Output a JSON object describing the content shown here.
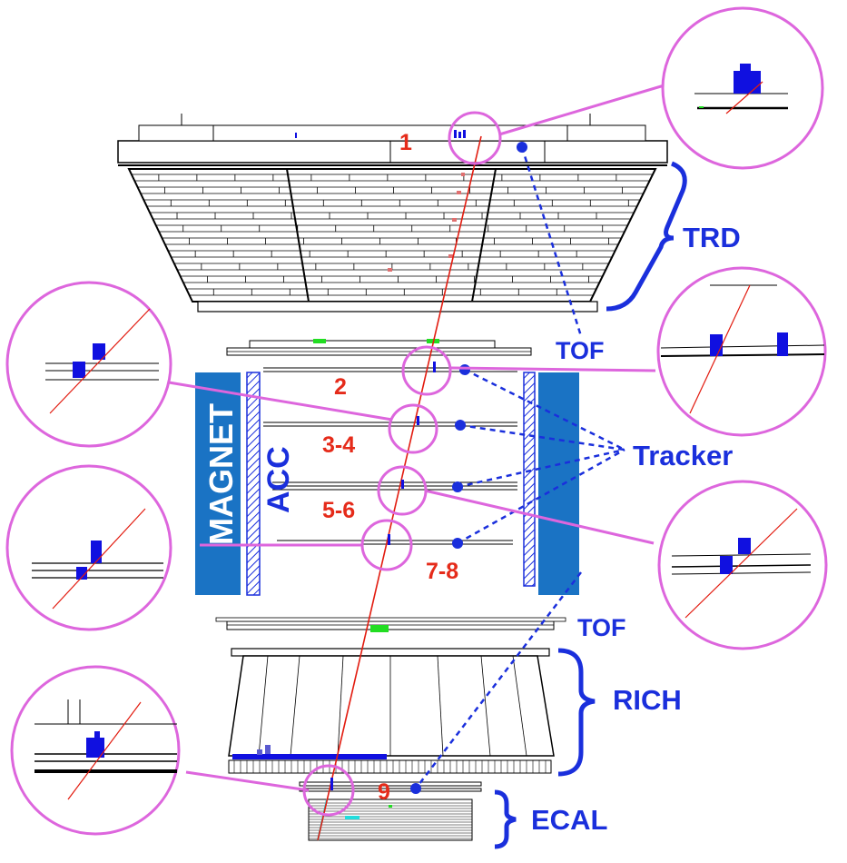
{
  "labels": {
    "trd": "TRD",
    "tof_upper": "TOF",
    "tracker": "Tracker",
    "magnet": "MAGNET",
    "acc": "ACC",
    "tof_lower": "TOF",
    "rich": "RICH",
    "ecal": "ECAL"
  },
  "layers": {
    "l1": "1",
    "l2": "2",
    "l3_4": "3-4",
    "l5_6": "5-6",
    "l7_8": "7-8",
    "l9": "9"
  },
  "colors": {
    "zoom_circle": "#dd66dd",
    "bracket_blue": "#1a2fdc",
    "layer_red": "#e52b1a",
    "track_red": "#e21b0f",
    "magnet_blue": "#1a73c4",
    "hit_blue": "#1010e0",
    "tof_green": "#22dd22",
    "ecal_cyan": "#22dddd"
  }
}
